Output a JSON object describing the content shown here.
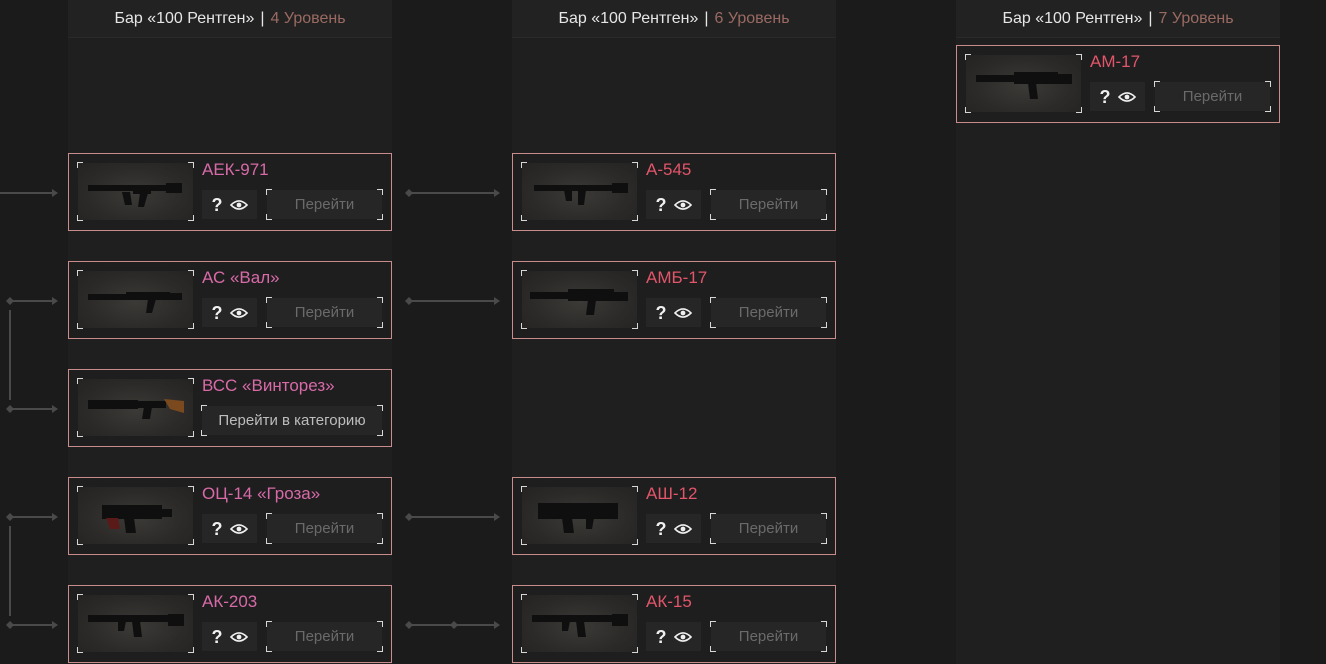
{
  "columns": [
    {
      "location": "Бар «100 Рентген»",
      "separator": "|",
      "level": "4 Уровень"
    },
    {
      "location": "Бар «100 Рентген»",
      "separator": "|",
      "level": "6 Уровень"
    },
    {
      "location": "Бар «100 Рентген»",
      "separator": "|",
      "level": "7 Уровень"
    }
  ],
  "cards": [
    {
      "name": "АЕК-971",
      "help": "?",
      "goto": "Перейти"
    },
    {
      "name": "АС «Вал»",
      "help": "?",
      "goto": "Перейти"
    },
    {
      "name": "ВСС «Винторез»",
      "goto": "Перейти в категорию"
    },
    {
      "name": "ОЦ-14 «Гроза»",
      "help": "?",
      "goto": "Перейти"
    },
    {
      "name": "АК-203",
      "help": "?",
      "goto": "Перейти"
    },
    {
      "name": "А-545",
      "help": "?",
      "goto": "Перейти"
    },
    {
      "name": "АМБ-17",
      "help": "?",
      "goto": "Перейти"
    },
    {
      "name": "АШ-12",
      "help": "?",
      "goto": "Перейти"
    },
    {
      "name": "АК-15",
      "help": "?",
      "goto": "Перейти"
    },
    {
      "name": "АМ-17",
      "help": "?",
      "goto": "Перейти"
    }
  ],
  "colors": {
    "background": "#1b1b1b",
    "card_border": "#c98c8c",
    "name_pink": "#d86aa8",
    "name_red": "#e2556a",
    "level_text": "#9a6a62"
  },
  "icons": {
    "help": "question-mark-icon",
    "view": "eye-icon"
  }
}
